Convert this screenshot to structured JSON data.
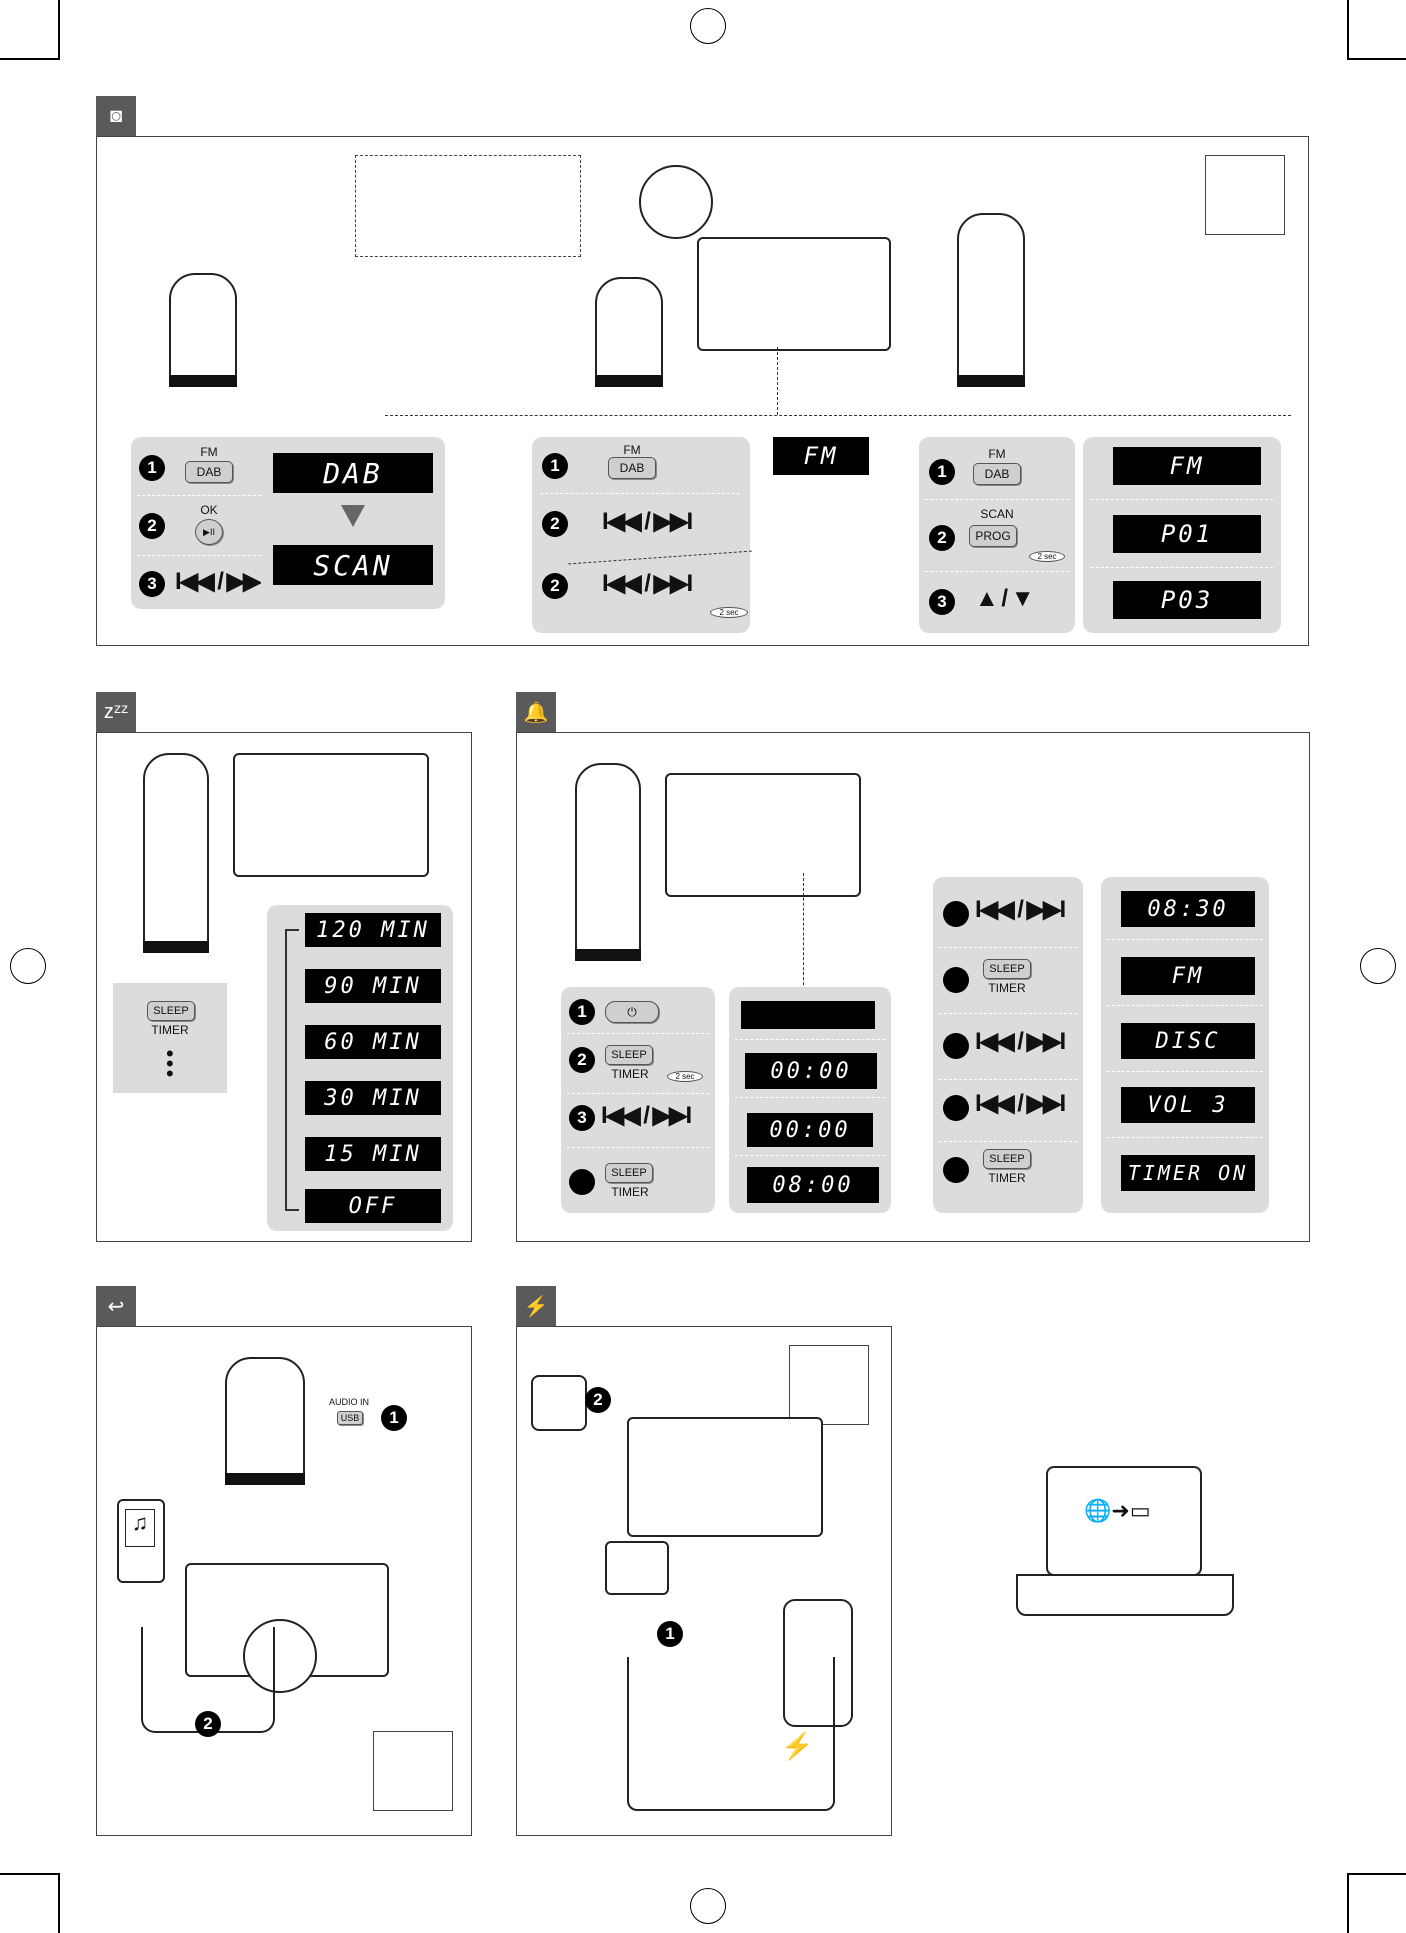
{
  "colors": {
    "tab": "#5a5a5a",
    "panel": "#dcdcdc",
    "lcd": "#000000",
    "frame": "#444444"
  },
  "icons": {
    "radio": "radio-icon",
    "sleep": "zzz-icon",
    "alarm": "bell-icon",
    "audio_in": "audio-in-icon",
    "charge": "charge-icon"
  },
  "radio": {
    "dab_block": {
      "fm": "FM",
      "dab": "DAB",
      "ok": "OK",
      "play": "▶II",
      "prev_next": "I◀◀ / ▶▶I"
    },
    "dab_display": [
      "DAB",
      "SCAN"
    ],
    "fm_block": {
      "fm": "FM",
      "dab": "DAB",
      "prev_next": "I◀◀ / ▶▶I",
      "prev_next_2": "I◀◀ / ▶▶I",
      "hold": "2 sec"
    },
    "fm_display": "FM",
    "preset_block": {
      "fm": "FM",
      "dab": "DAB",
      "scan": "SCAN",
      "prog": "PROG",
      "hold": "2 sec",
      "updown": "▲ / ▼"
    },
    "preset_display": [
      "FM",
      "P01",
      "P03"
    ]
  },
  "sleep": {
    "button": "SLEEP",
    "timer": "TIMER",
    "display": [
      "120 MIN",
      "90 MIN",
      "60 MIN",
      "30 MIN",
      "15 MIN",
      "OFF"
    ]
  },
  "alarm": {
    "steps": {
      "power": "⏻",
      "sleep": "SLEEP",
      "timer": "TIMER",
      "hold": "2 sec",
      "prev_next": "I◀◀ / ▶▶I"
    },
    "display_left": [
      "",
      "00:00",
      "00:00",
      "08:00"
    ],
    "steps_right": [
      {
        "type": "nav",
        "label": "I◀◀ / ▶▶I"
      },
      {
        "type": "btn",
        "label": "SLEEP",
        "sub": "TIMER"
      },
      {
        "type": "nav",
        "label": "I◀◀ / ▶▶I"
      },
      {
        "type": "nav",
        "label": "I◀◀ / ▶▶I"
      },
      {
        "type": "btn",
        "label": "SLEEP",
        "sub": "TIMER"
      }
    ],
    "display_right": [
      "08:30",
      "FM",
      "DISC",
      "VOL  3",
      "TIMER ON"
    ]
  },
  "audio_in": {
    "label": "AUDIO IN",
    "usb": "USB"
  },
  "charge": {}
}
